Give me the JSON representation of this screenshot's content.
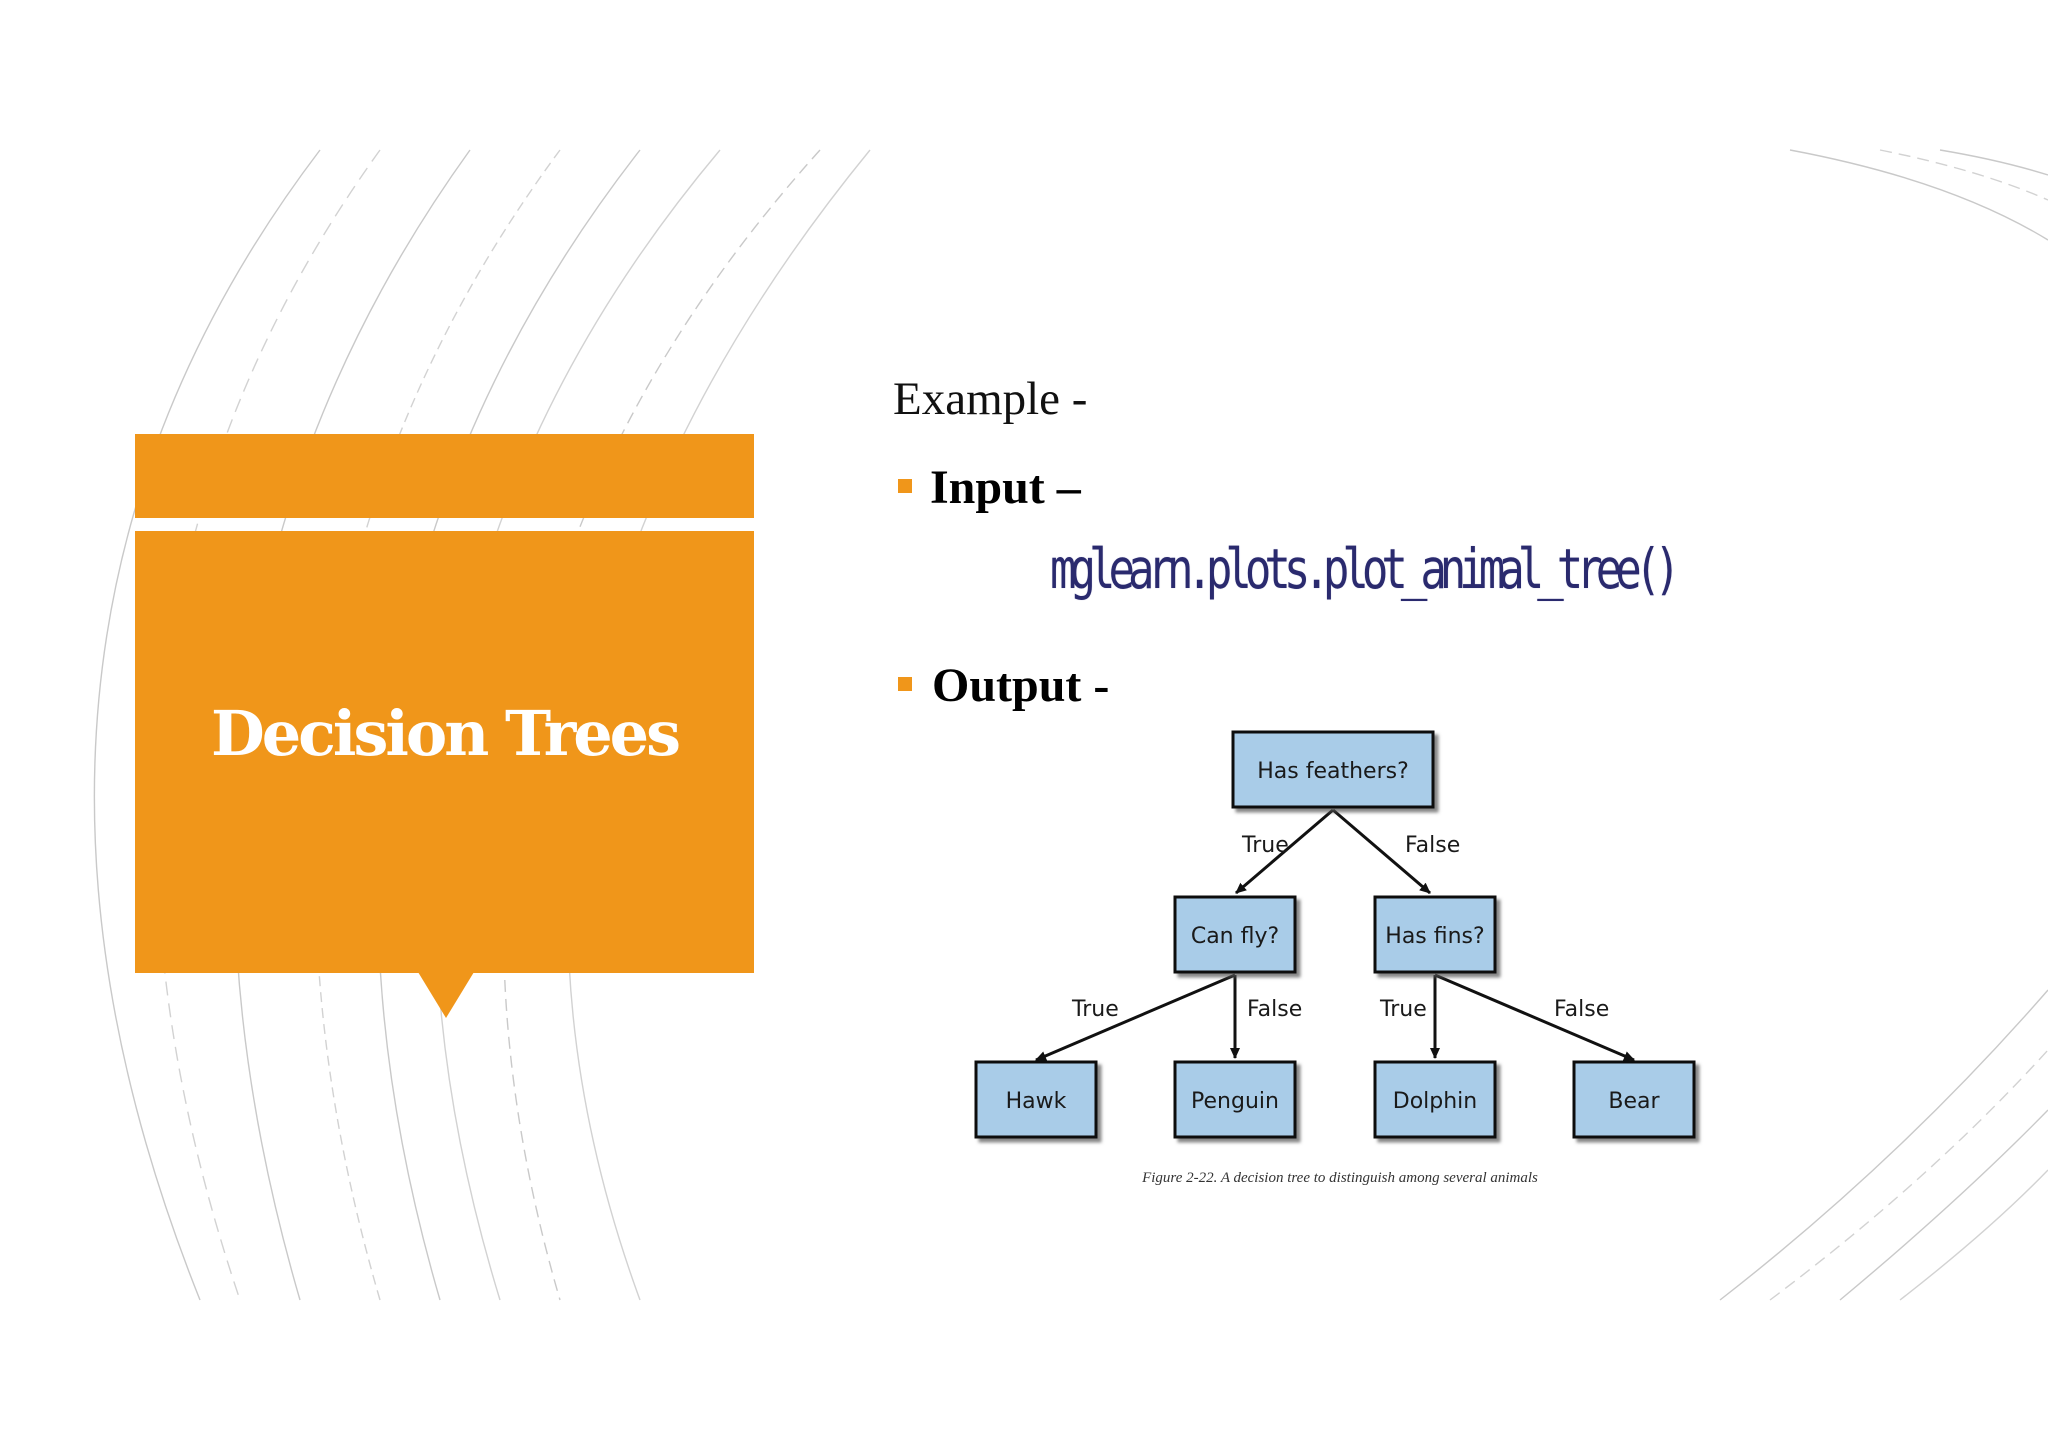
{
  "theme": {
    "accent": "#F0961A",
    "node_fill": "#A9CCE8",
    "line": "#B8B8B8"
  },
  "slide": {
    "title": "Decision Trees",
    "example_heading": "Example -",
    "input_label": "Input –",
    "code": "mglearn.plots.plot_animal_tree()",
    "output_label": "Output -"
  },
  "tree": {
    "nodes": {
      "root": "Has feathers?",
      "left": "Can fly?",
      "right": "Has fins?",
      "ll": "Hawk",
      "lr": "Penguin",
      "rl": "Dolphin",
      "rr": "Bear"
    },
    "edges": {
      "root_left": "True",
      "root_right": "False",
      "left_left": "True",
      "left_right": "False",
      "right_left": "True",
      "right_right": "False"
    },
    "caption": "Figure 2-22. A decision tree to distinguish among several animals"
  }
}
